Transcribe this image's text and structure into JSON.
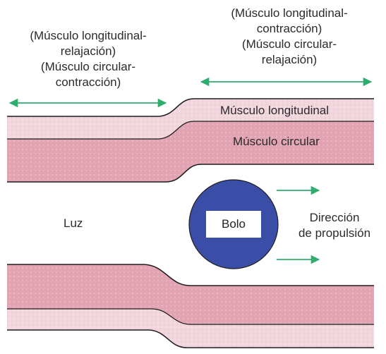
{
  "labels": {
    "left_annotation": {
      "line1": "(Músculo longitudinal-",
      "line2": "relajación)",
      "line3": "(Músculo circular-",
      "line4": "contracción)"
    },
    "right_annotation": {
      "line1": "(Músculo longitudinal-",
      "line2": "contracción)",
      "line3": "(Músculo circular-",
      "line4": "relajación)"
    },
    "longitudinal_muscle": "Músculo longitudinal",
    "circular_muscle": "Músculo circular",
    "lumen": "Luz",
    "bolus": "Bolo",
    "direction_line1": "Dirección",
    "direction_line2": "de propulsión"
  },
  "colors": {
    "arrow": "#2eae6e",
    "longitudinal_layer": "#f2d6dd",
    "circular_layer": "#e2a3b2",
    "bolus": "#3a4ea8",
    "outline": "#1e1e1e"
  }
}
